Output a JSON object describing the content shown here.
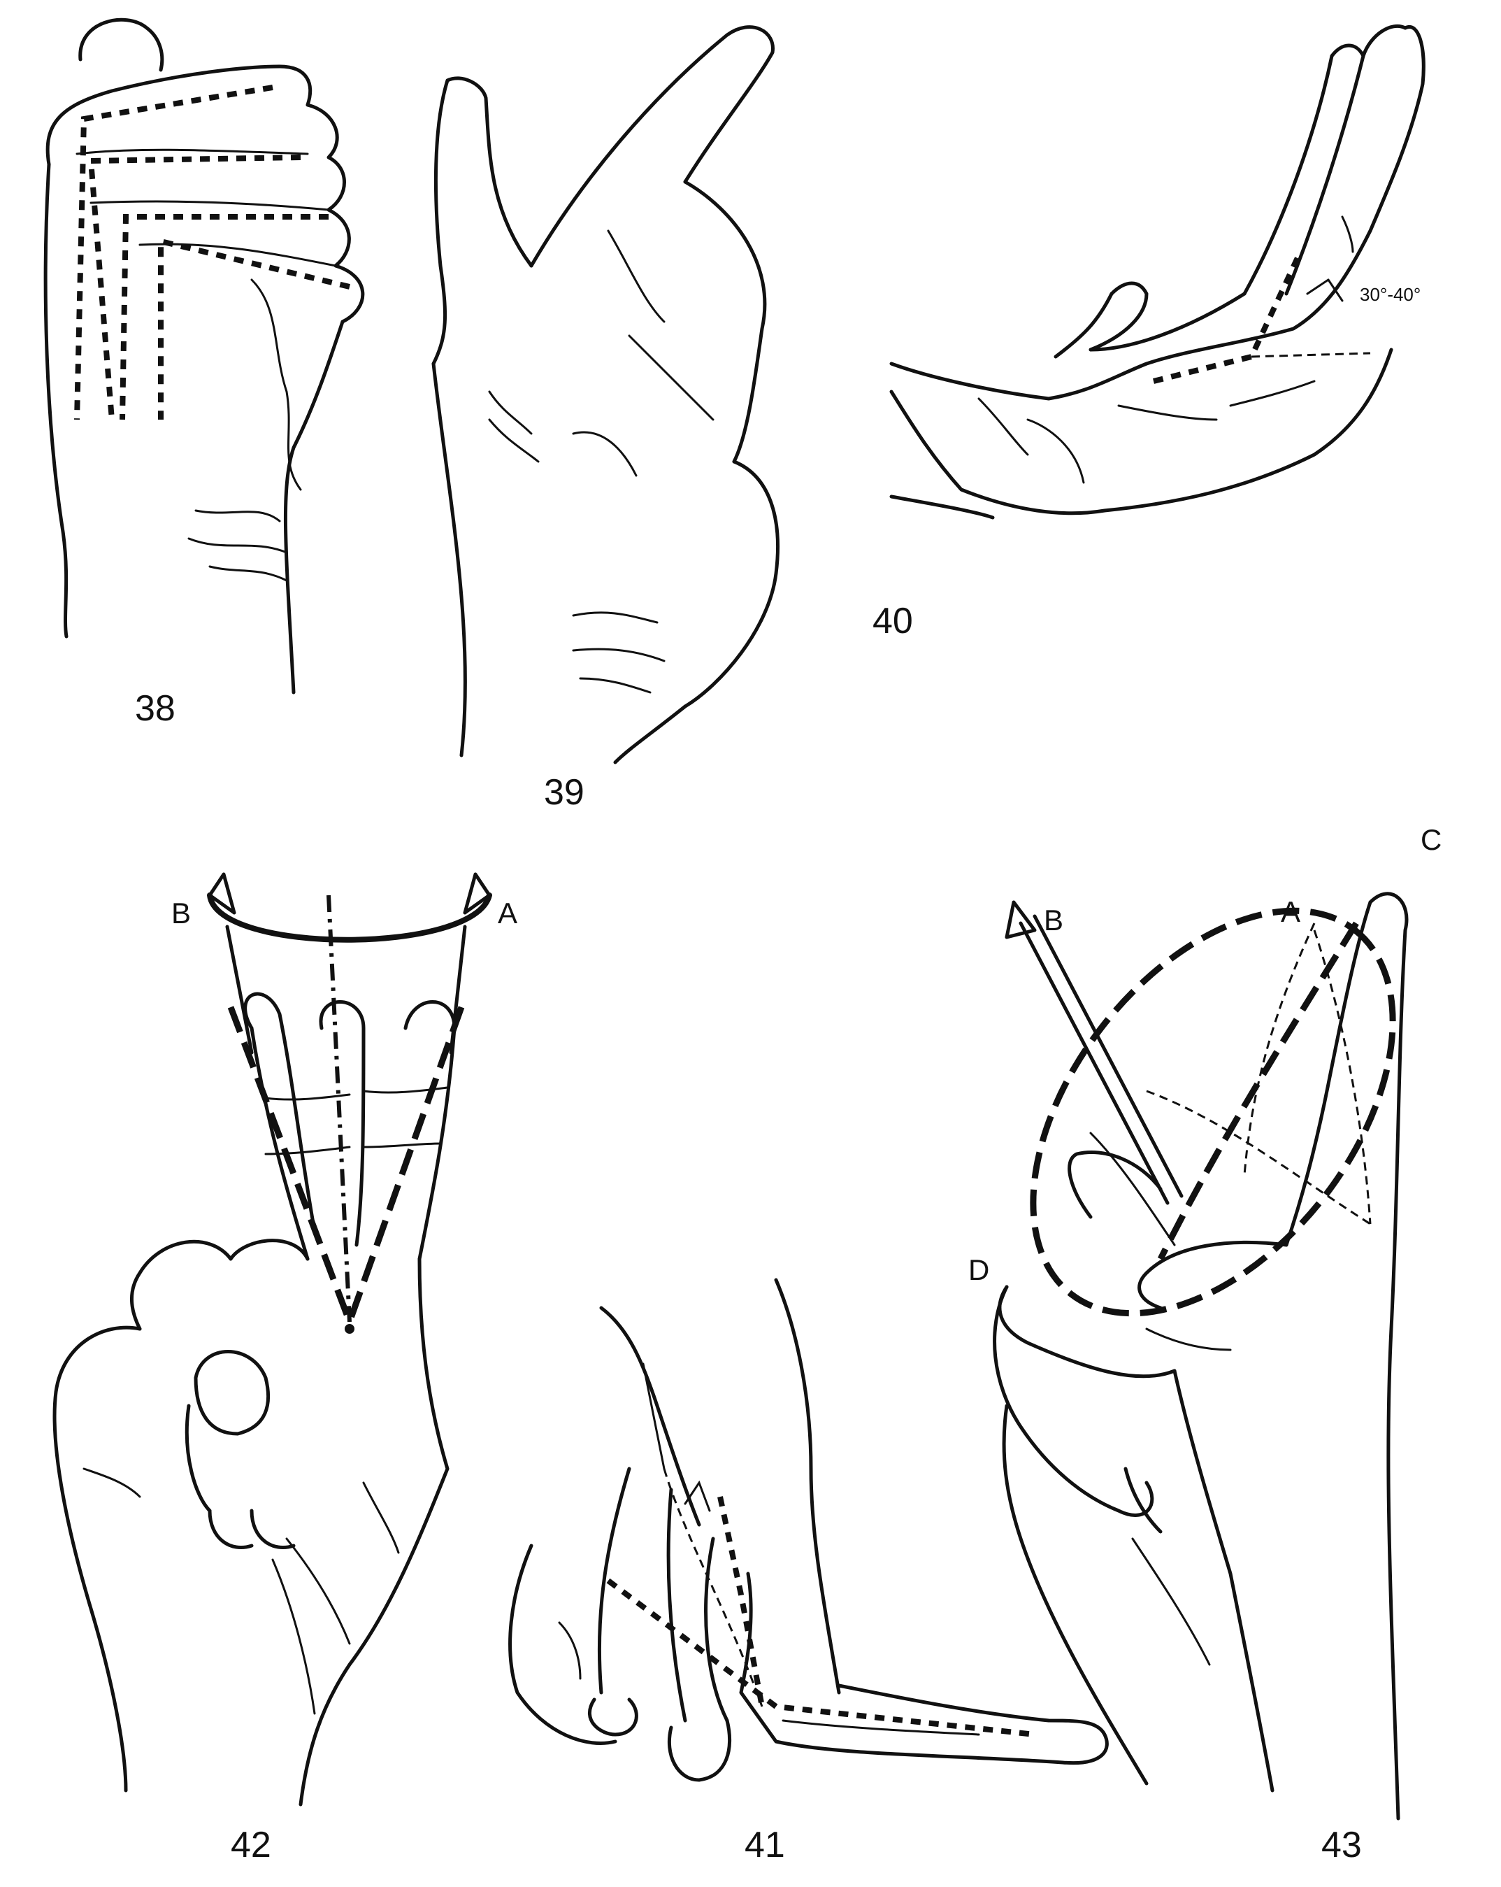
{
  "figures": [
    {
      "id": "fig38",
      "label": "38"
    },
    {
      "id": "fig39",
      "label": "39"
    },
    {
      "id": "fig40",
      "label": "40",
      "annotation": "30°-40°"
    },
    {
      "id": "fig42",
      "label": "42",
      "labels": {
        "a": "A",
        "b": "B"
      }
    },
    {
      "id": "fig41",
      "label": "41"
    },
    {
      "id": "fig43",
      "label": "43",
      "labels": {
        "a": "A",
        "b": "B",
        "c": "C",
        "d": "D"
      }
    }
  ]
}
